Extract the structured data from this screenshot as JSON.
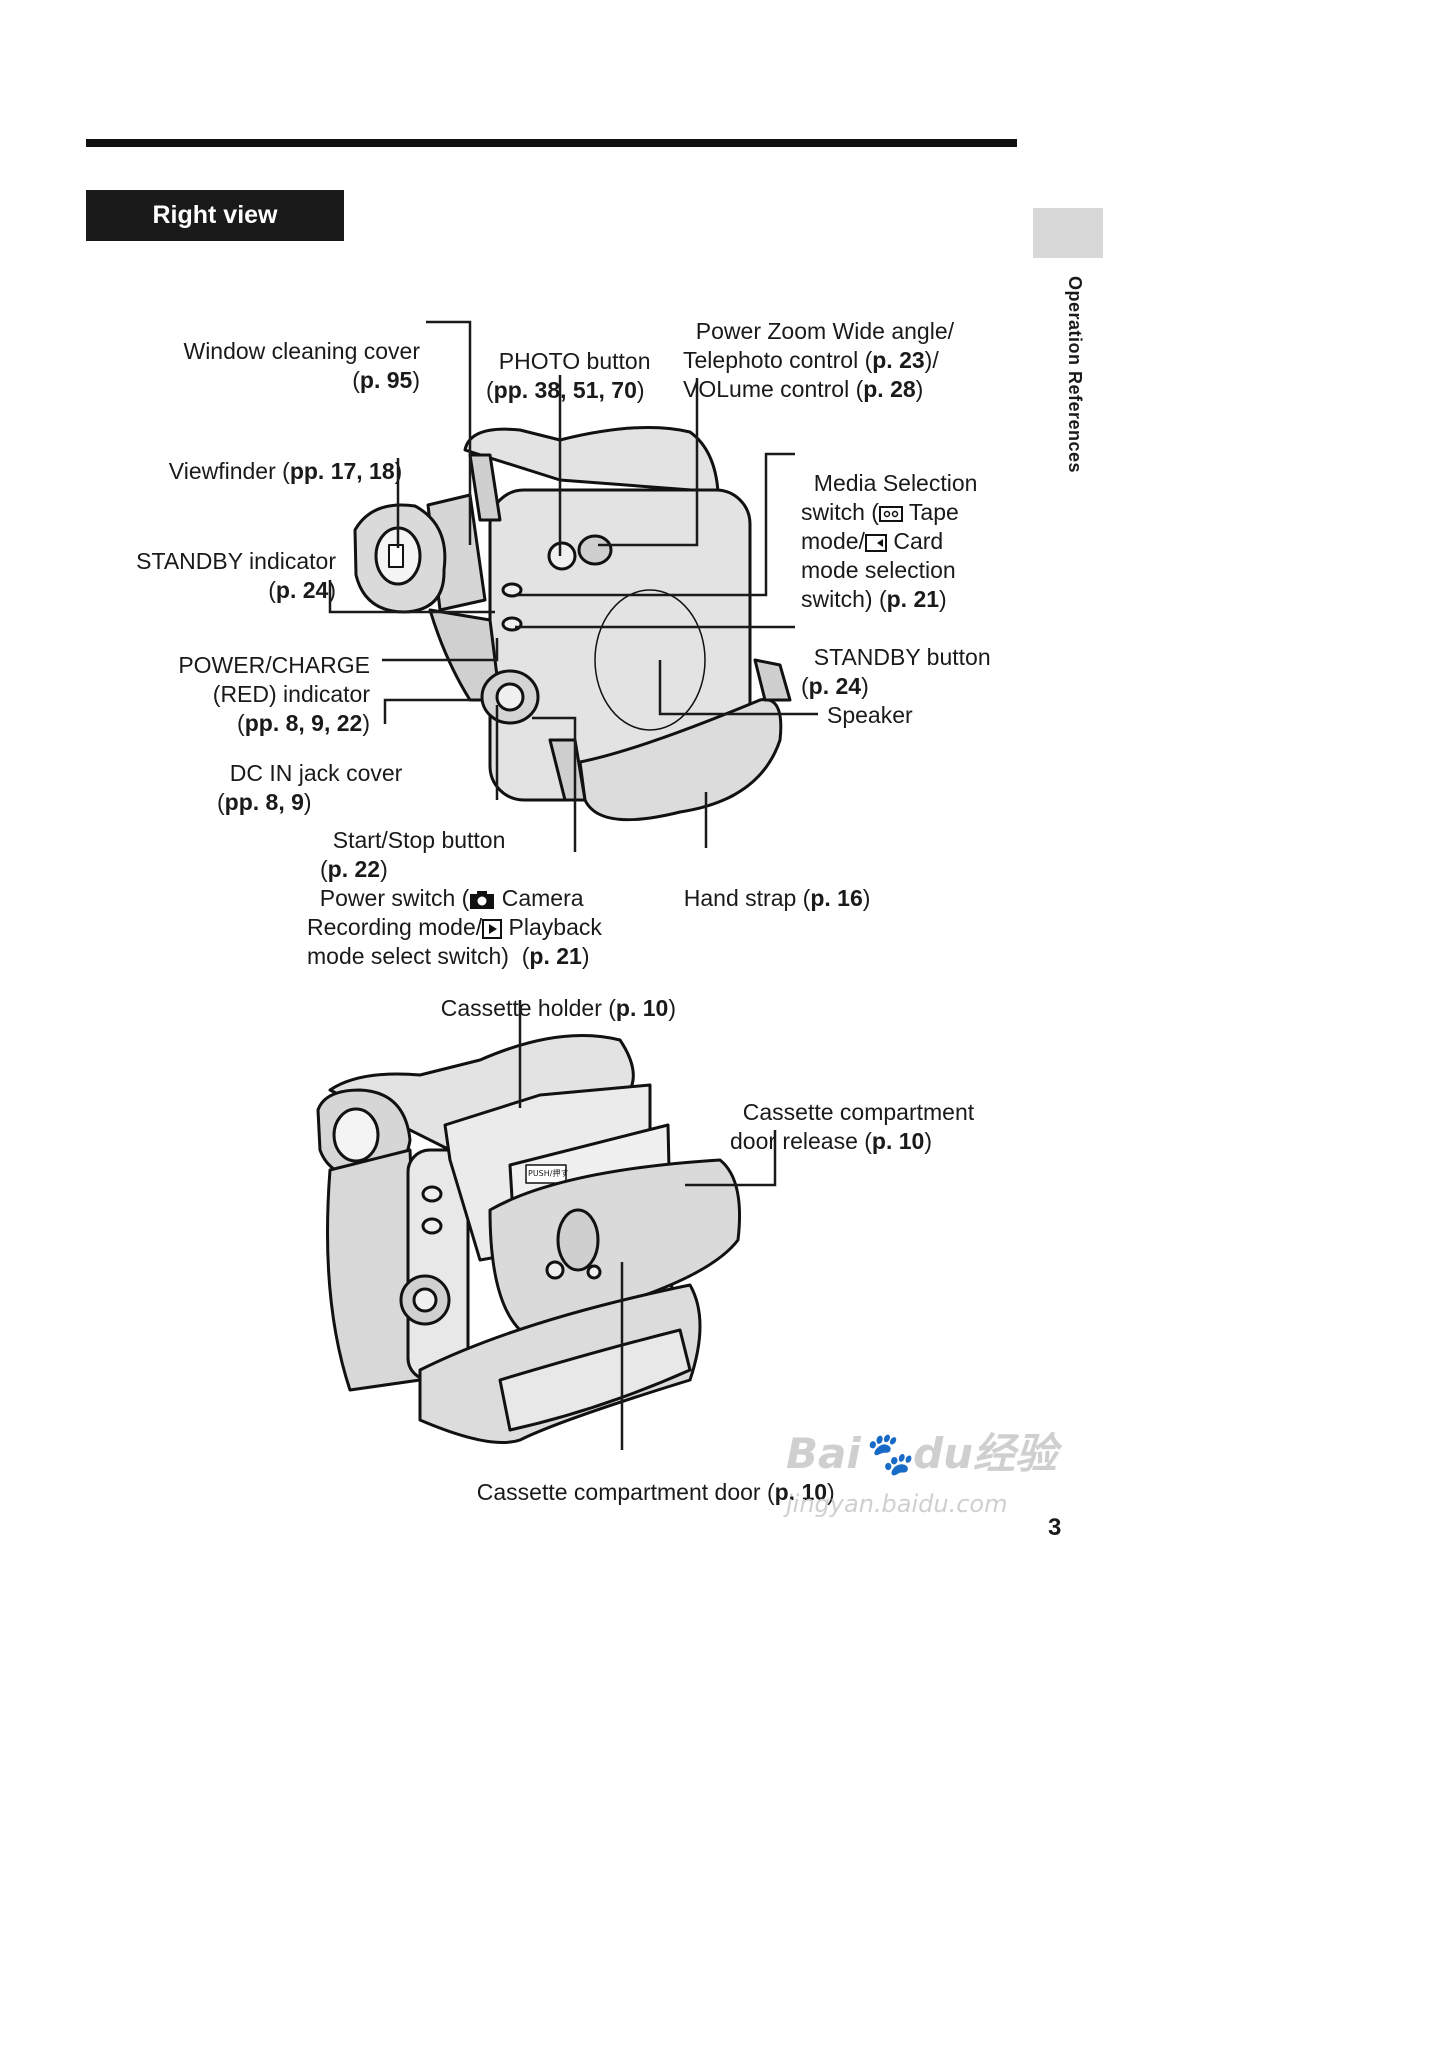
{
  "page": {
    "section_title": "Right view",
    "side_tab_text": "Operation References",
    "page_number": "3"
  },
  "right_view": {
    "window_cleaning_cover": {
      "l1": "Window cleaning cover",
      "ref": "p. 95"
    },
    "photo_button": {
      "l1": "PHOTO button",
      "ref": "pp. 38, 51, 70"
    },
    "power_zoom": {
      "l1": "Power Zoom Wide angle/",
      "l2a": "Telephoto control (",
      "ref1": "p. 23",
      "l2b": ")/",
      "l3a": "VOLume control (",
      "ref2": "p. 28"
    },
    "viewfinder": {
      "l1": "Viewfinder (",
      "ref": "pp. 17, 18"
    },
    "media_selection": {
      "l1": "Media Selection",
      "l2a": "switch (",
      "l2b": " Tape",
      "l3a": "mode/",
      "l3b": " Card",
      "l4": "mode selection",
      "l5": "switch) (",
      "ref": "p. 21"
    },
    "standby_indicator": {
      "l1": "STANDBY indicator",
      "ref": "p. 24"
    },
    "standby_button": {
      "l1": "STANDBY button",
      "ref": "p. 24"
    },
    "power_charge": {
      "l1": "POWER/CHARGE",
      "l2": "(RED) indicator",
      "ref": "pp. 8, 9, 22"
    },
    "speaker": {
      "l1": "Speaker"
    },
    "dc_in": {
      "l1": "DC IN jack cover",
      "ref": "pp. 8, 9"
    },
    "start_stop": {
      "l1": "Start/Stop button",
      "ref": "p. 22"
    },
    "power_switch": {
      "l1a": "Power switch (",
      "l1b": " Camera",
      "l2a": "Recording mode/",
      "l2b": " Playback",
      "l3": "mode select switch)  (",
      "ref": "p. 21"
    },
    "hand_strap": {
      "l1": "Hand strap (",
      "ref": "p. 16"
    }
  },
  "cassette_view": {
    "holder": {
      "l1": "Cassette holder (",
      "ref": "p. 10"
    },
    "door_release": {
      "l1": "Cassette compartment",
      "l2": "door release (",
      "ref": "p. 10"
    },
    "door": {
      "l1": "Cassette compartment door (",
      "ref": "p. 10"
    },
    "push_label": "PUSH/押す"
  },
  "watermark": {
    "logo": "Bai",
    "logo2": "du",
    "cn": "经验",
    "url": "jingyan.baidu.com"
  },
  "icons": [
    "tape-icon",
    "card-icon",
    "camera-icon",
    "playback-icon"
  ]
}
